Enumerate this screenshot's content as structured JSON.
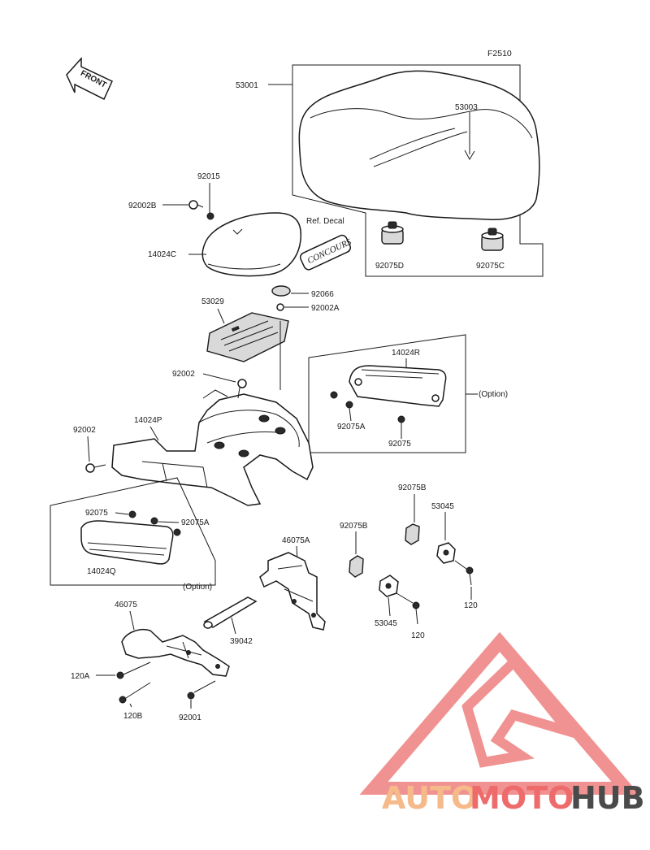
{
  "figure_code": "F2510",
  "front_arrow_label": "FRONT",
  "decal_ref_label": "Ref. Decal",
  "decal_text": "CONCOURS",
  "option_label_right": "(Option)",
  "option_label_left": "(Option)",
  "parts": {
    "p53001": "53001",
    "p53003": "53003",
    "p92015": "92015",
    "p92002B": "92002B",
    "p14024C": "14024C",
    "p92075D": "92075D",
    "p92075C": "92075C",
    "p92066": "92066",
    "p53029": "53029",
    "p92002A_top": "92002A",
    "p14024R": "14024R",
    "p92002_mid": "92002",
    "p92075A_right": "92075A",
    "p92075_right": "92075",
    "p92002_left": "92002",
    "p14024P": "14024P",
    "p92075_left": "92075",
    "p92075A_left": "92075A",
    "p14024Q": "14024Q",
    "p92075B_a": "92075B",
    "p92075B_b": "92075B",
    "p53045_a": "53045",
    "p53045_b": "53045",
    "p46075A": "46075A",
    "p120_a": "120",
    "p120_b": "120",
    "p46075": "46075",
    "p39042": "39042",
    "p120A": "120A",
    "p120B": "120B",
    "p92001": "92001"
  },
  "watermark": {
    "part1": "AUTO",
    "part2": "MOTO",
    "part3": "HUB",
    "color1": "#f5b98a",
    "color2": "#ee6b6b",
    "color3": "#4a4a4a",
    "logo_color": "#ef7f7f"
  }
}
